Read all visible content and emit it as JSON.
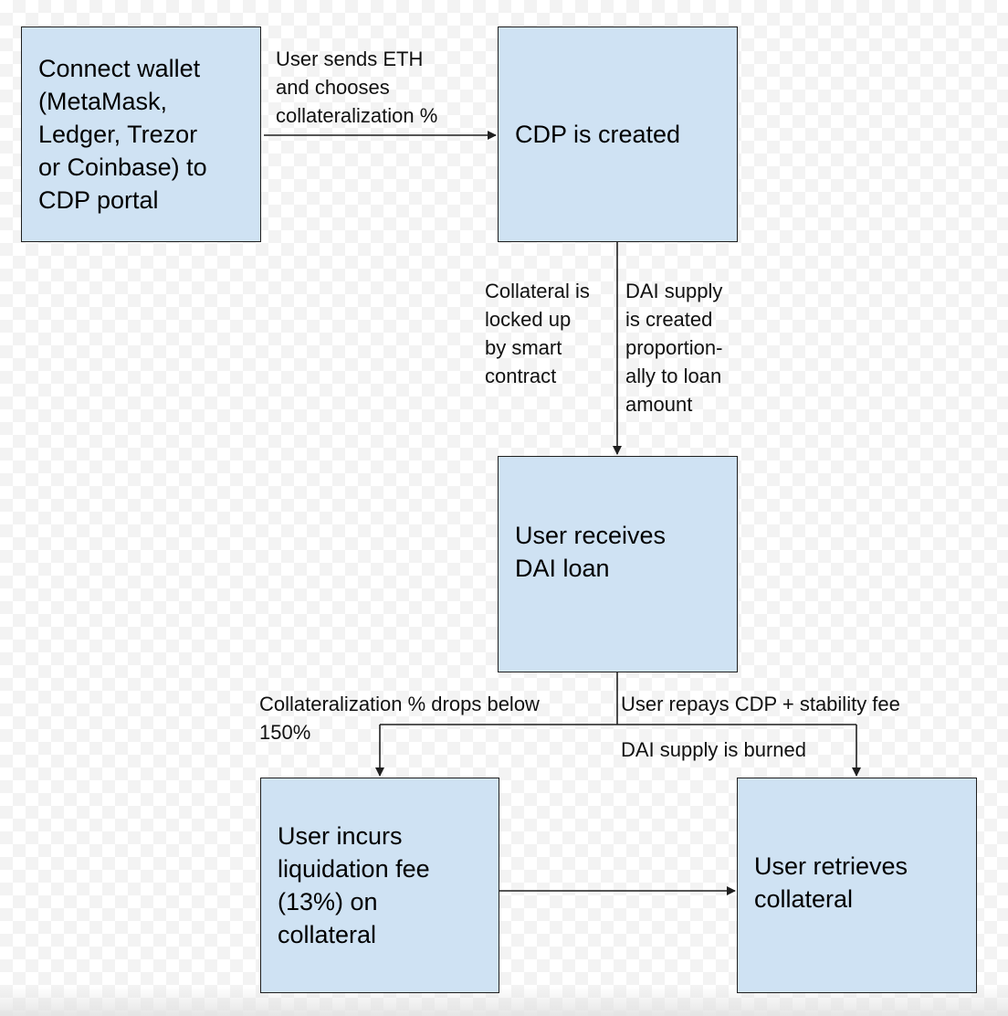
{
  "boxes": {
    "connect_wallet": "Connect wallet\n(MetaMask,\nLedger, Trezor\nor Coinbase)  to\nCDP portal",
    "cdp_created": "CDP is created",
    "receives_loan": "User receives\nDAI loan",
    "liquidation": "User incurs\nliquidation fee\n(13%) on\ncollateral",
    "retrieves": "User retrieves\ncollateral"
  },
  "edge_labels": {
    "sends_eth": "User sends ETH\nand chooses\ncollateralization %",
    "collateral_locked": "Collateral is\nlocked up\nby smart\ncontract",
    "dai_supply_created": "DAI supply\nis created\nproportion-\nally to loan\namount",
    "drops_below": "Collateralization % drops below\n150%",
    "repays": "User repays CDP + stability fee",
    "burned": "DAI supply is burned"
  },
  "colors": {
    "box_fill": "#cfe2f3",
    "stroke": "#1f1f1f"
  }
}
